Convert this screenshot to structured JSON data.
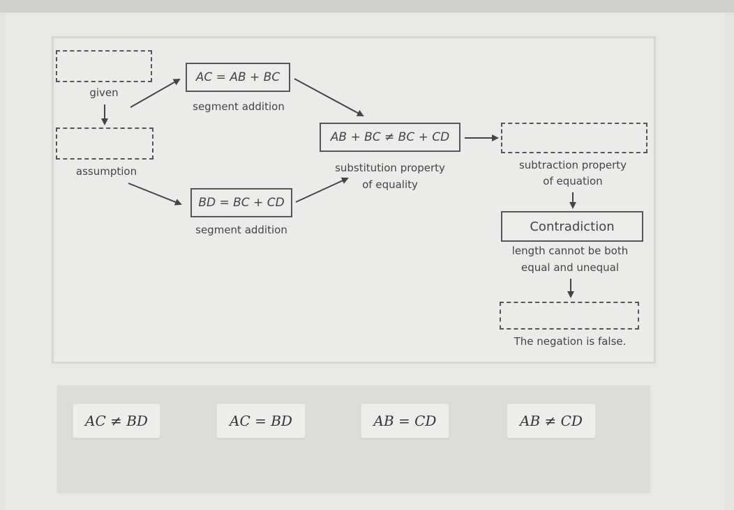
{
  "diagram": {
    "nodes": {
      "given_box": {
        "value": "",
        "label": "given"
      },
      "assumption_box": {
        "value": "",
        "label": "assumption"
      },
      "ac_statement": {
        "value": "AC = AB + BC",
        "label": "segment addition"
      },
      "bd_statement": {
        "value": "BD = BC + CD",
        "label": "segment addition"
      },
      "substitution_statement": {
        "value": "AB + BC ≠ BC + CD",
        "label_line1": "substitution property",
        "label_line2": "of equality"
      },
      "subtraction_box": {
        "value": "",
        "label_line1": "subtraction property",
        "label_line2": "of equation"
      },
      "contradiction": {
        "value": "Contradiction",
        "label_line1": "length cannot be both",
        "label_line2": "equal and unequal"
      },
      "conclusion_box": {
        "value": "",
        "label": "The negation is false."
      }
    }
  },
  "answer_bank": {
    "tiles": [
      {
        "label": "AC ≠ BD"
      },
      {
        "label": "AC = BD"
      },
      {
        "label": "AB = CD"
      },
      {
        "label": "AB ≠ CD"
      }
    ]
  }
}
